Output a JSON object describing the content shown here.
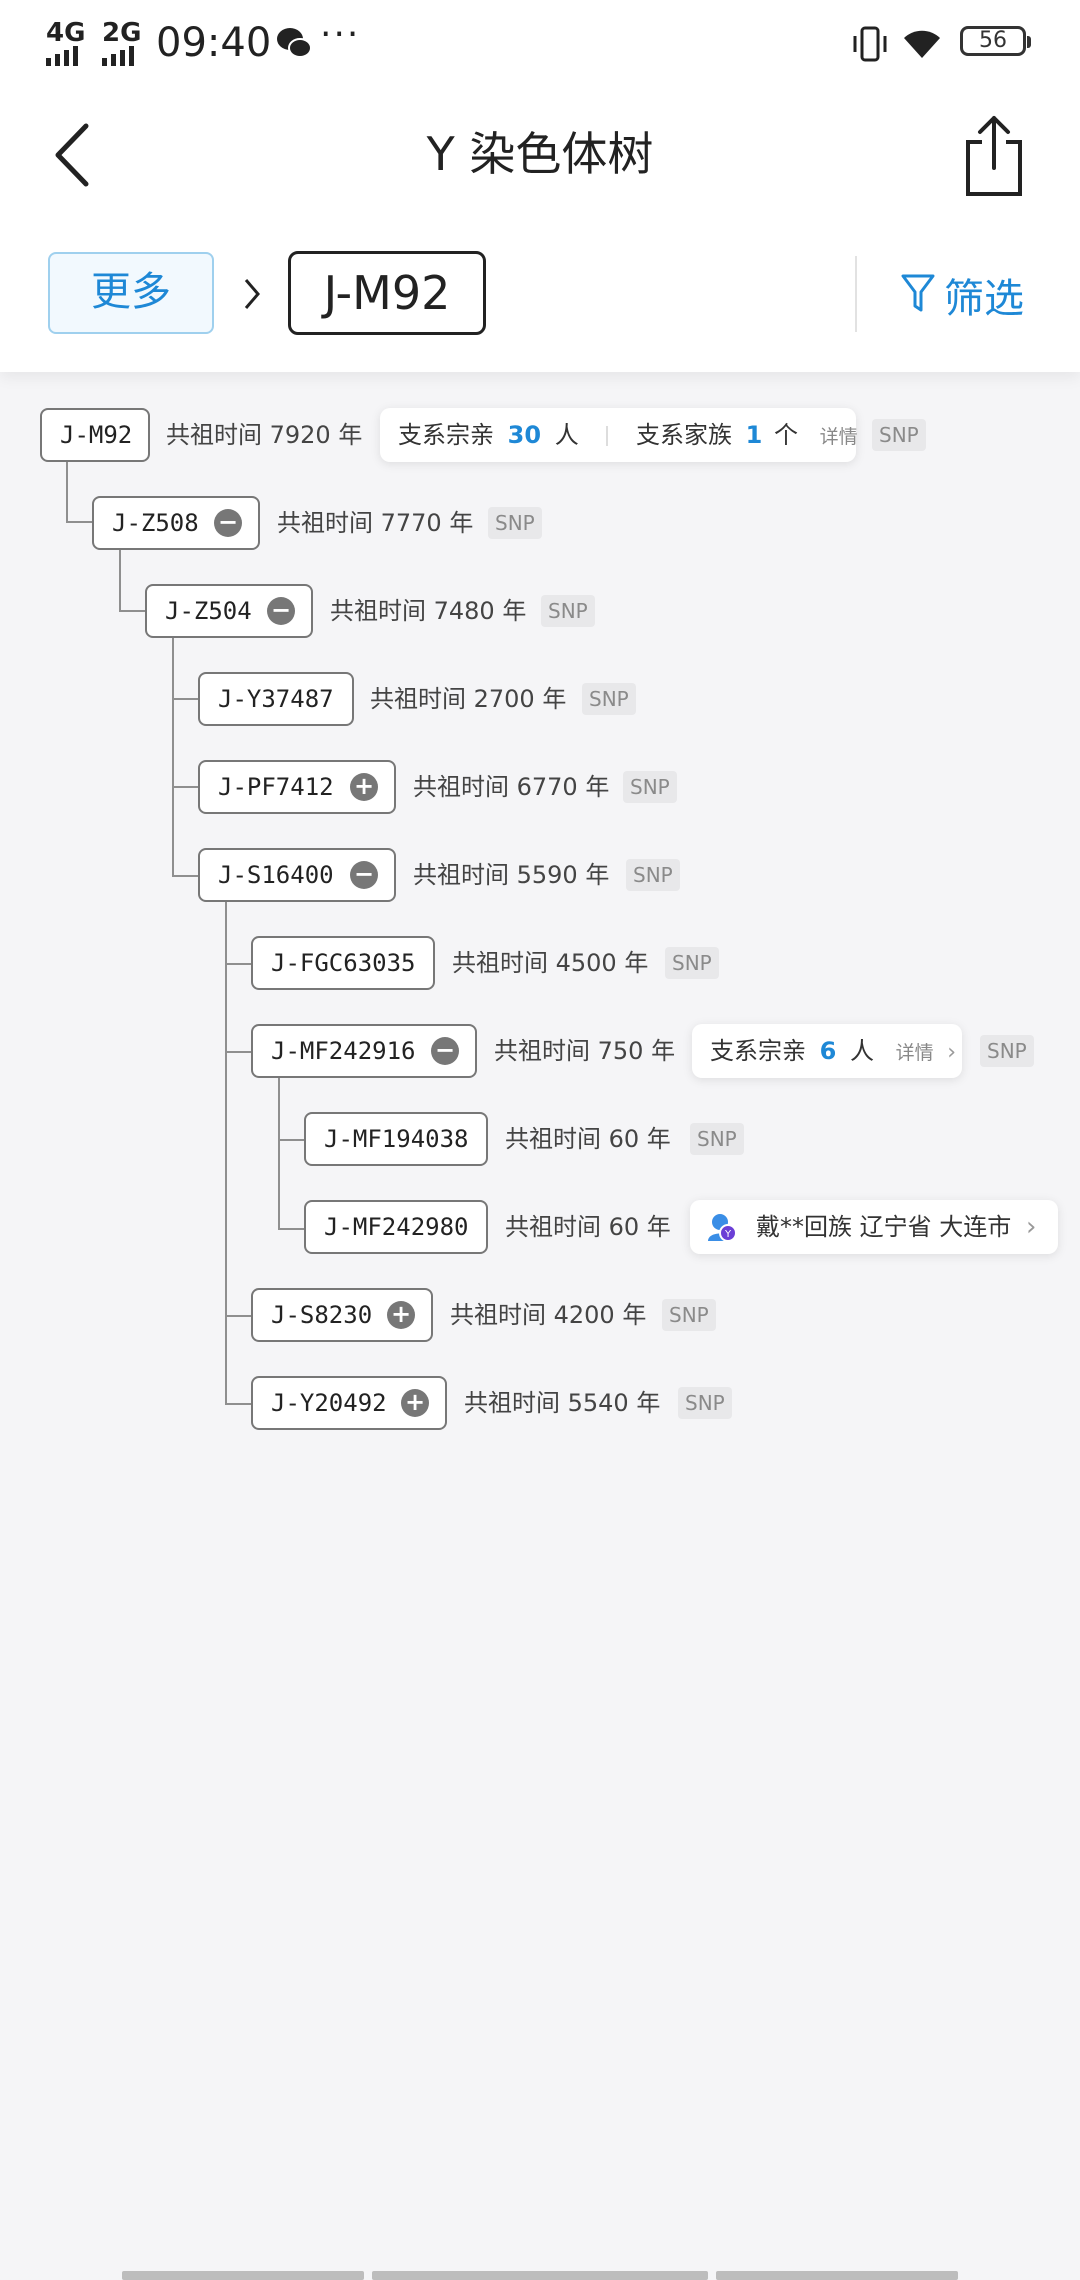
{
  "status_bar": {
    "net1": "4G",
    "net2": "2G",
    "time": "09:40",
    "more": "···",
    "battery": "56"
  },
  "header": {
    "title": "Y 染色体树",
    "more_label": "更多",
    "current_node": "J-M92",
    "filter_label": "筛选"
  },
  "tree": {
    "accent_color": "#1e88d6",
    "nodes": [
      {
        "id": "J-M92",
        "tmrca": "共祖时间 7920 年",
        "snp": "SNP",
        "toggle": "none"
      },
      {
        "id": "J-Z508",
        "tmrca": "共祖时间 7770 年",
        "snp": "SNP",
        "toggle": "collapse"
      },
      {
        "id": "J-Z504",
        "tmrca": "共祖时间 7480 年",
        "snp": "SNP",
        "toggle": "collapse"
      },
      {
        "id": "J-Y37487",
        "tmrca": "共祖时间 2700 年",
        "snp": "SNP",
        "toggle": "none"
      },
      {
        "id": "J-PF7412",
        "tmrca": "共祖时间 6770 年",
        "snp": "SNP",
        "toggle": "expand"
      },
      {
        "id": "J-S16400",
        "tmrca": "共祖时间 5590 年",
        "snp": "SNP",
        "toggle": "collapse"
      },
      {
        "id": "J-FGC63035",
        "tmrca": "共祖时间 4500 年",
        "snp": "SNP",
        "toggle": "none"
      },
      {
        "id": "J-MF242916",
        "tmrca": "共祖时间 750 年",
        "snp": "SNP",
        "toggle": "collapse"
      },
      {
        "id": "J-MF194038",
        "tmrca": "共祖时间 60 年",
        "snp": "SNP",
        "toggle": "none"
      },
      {
        "id": "J-MF242980",
        "tmrca": "共祖时间 60 年",
        "toggle": "none"
      },
      {
        "id": "J-S8230",
        "tmrca": "共祖时间 4200 年",
        "snp": "SNP",
        "toggle": "expand"
      },
      {
        "id": "J-Y20492",
        "tmrca": "共祖时间 5540 年",
        "snp": "SNP",
        "toggle": "expand"
      }
    ],
    "m92_card": {
      "branch_label": "支系宗亲",
      "branch_count": "30",
      "person_unit": "人",
      "family_label": "支系家族",
      "family_count": "1",
      "family_unit": "个",
      "detail": "详情"
    },
    "mf242916_card": {
      "branch_label": "支系宗亲",
      "branch_count": "6",
      "person_unit": "人",
      "detail": "详情"
    },
    "person_card": {
      "text": "戴**回族 辽宁省 大连市"
    }
  }
}
